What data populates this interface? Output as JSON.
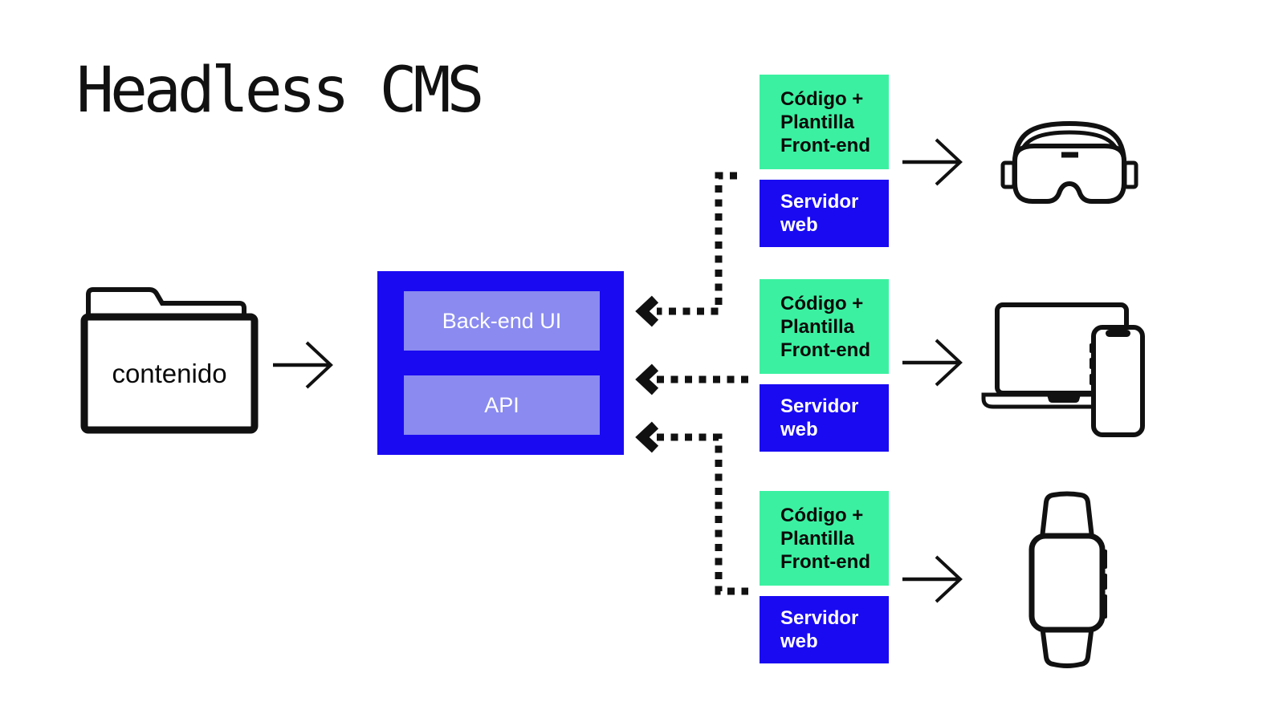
{
  "title": "Headless CMS",
  "source": {
    "folder_label": "contenido",
    "icon": "folder-icon"
  },
  "cms": {
    "backend_ui_label": "Back-end UI",
    "api_label": "API"
  },
  "channels": [
    {
      "frontend_label": "Código +\nPlantilla\nFront-end",
      "server_label": "Servidor\nweb",
      "device_icon": "vr-headset-icon"
    },
    {
      "frontend_label": "Código +\nPlantilla\nFront-end",
      "server_label": "Servidor\nweb",
      "device_icon": "laptop-and-phone-icon"
    },
    {
      "frontend_label": "Código +\nPlantilla\nFront-end",
      "server_label": "Servidor\nweb",
      "device_icon": "smartwatch-icon"
    }
  ],
  "colors": {
    "cms_blue": "#1a0af2",
    "panel_green": "#3bf1a1",
    "inner_blue": "#8a8af0",
    "ink": "#111111",
    "background": "#ffffff"
  }
}
